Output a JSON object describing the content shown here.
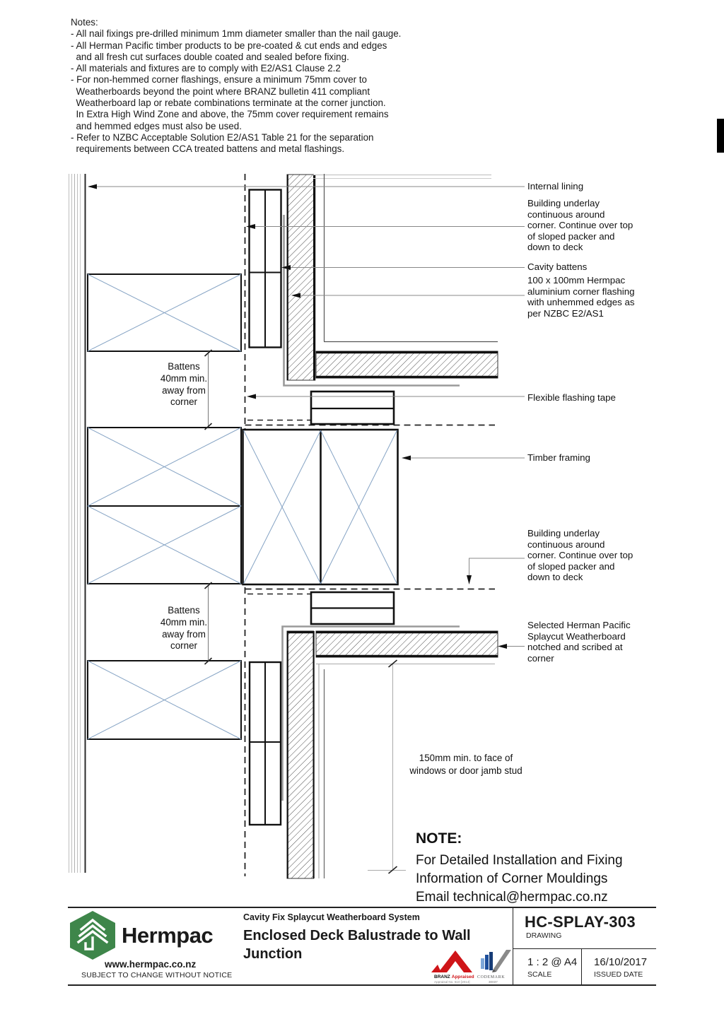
{
  "notes": {
    "lines": [
      "Notes:",
      "- All nail fixings pre-drilled minimum 1mm diameter smaller than the nail gauge.",
      "- All Herman Pacific timber products to be pre-coated & cut ends and edges",
      "  and all fresh cut surfaces double coated and sealed before fixing.",
      "- All materials and fixtures are to comply with E2/AS1 Clause 2.2",
      "- For non-hemmed corner flashings, ensure a minimum 75mm cover to",
      "  Weatherboards beyond the point where BRANZ bulletin 411 compliant",
      "  Weatherboard lap or rebate combinations terminate at the corner junction.",
      "  In Extra High Wind Zone and above, the 75mm cover requirement remains",
      "  and hemmed edges must also be used.",
      "- Refer to NZBC Acceptable Solution E2/AS1 Table 21 for the separation",
      "  requirements between CCA treated battens and metal flashings."
    ]
  },
  "labels": {
    "internal_lining": "Internal lining",
    "building_underlay": [
      "Building underlay",
      "continuous around",
      "corner. Continue over top",
      "of sloped packer and",
      "down to deck"
    ],
    "cavity_battens": "Cavity battens",
    "corner_flashing": [
      "100 x 100mm Hermpac",
      "aluminium corner flashing",
      "with unhemmed edges as",
      "per NZBC E2/AS1"
    ],
    "flexible_tape": "Flexible flashing tape",
    "timber_framing": "Timber framing",
    "weatherboard": [
      "Selected Herman Pacific",
      "Splaycut Weatherboard",
      "notched and scribed at",
      "corner"
    ],
    "battens_dim": [
      "Battens",
      "40mm min.",
      "away from",
      "corner"
    ],
    "dim_150": [
      "150mm min. to face of",
      "windows or door jamb stud"
    ]
  },
  "note_block": {
    "title": "NOTE:",
    "lines": [
      "For Detailed Installation and Fixing",
      "Information of Corner Mouldings",
      "Email technical@hermpac.co.nz"
    ]
  },
  "footer": {
    "brand": "Hermpac",
    "website": "www.hermpac.co.nz",
    "disclaimer": "SUBJECT TO CHANGE WITHOUT NOTICE",
    "system": "Cavity Fix Splaycut Weatherboard System",
    "title": "Enclosed Deck Balustrade to Wall Junction",
    "drawing_number": "HC-SPLAY-303",
    "drawing_label": "DRAWING",
    "scale_value": "1 : 2 @ A4",
    "scale_label": "SCALE",
    "date_value": "16/10/2017",
    "date_label": "ISSUED DATE",
    "branz_name": "BRANZ",
    "branz_sub": "Appraised",
    "branz_detail": "Appraisal No. 610 [2014]",
    "codemark_name": "CODEMARK",
    "codemark_number": "30037"
  },
  "colors": {
    "framing_cross_blue": "#85a3c4",
    "logo_green": "#3e864a",
    "branz_red": "#cf1418",
    "codemark_blue": "#1d4f9c"
  }
}
